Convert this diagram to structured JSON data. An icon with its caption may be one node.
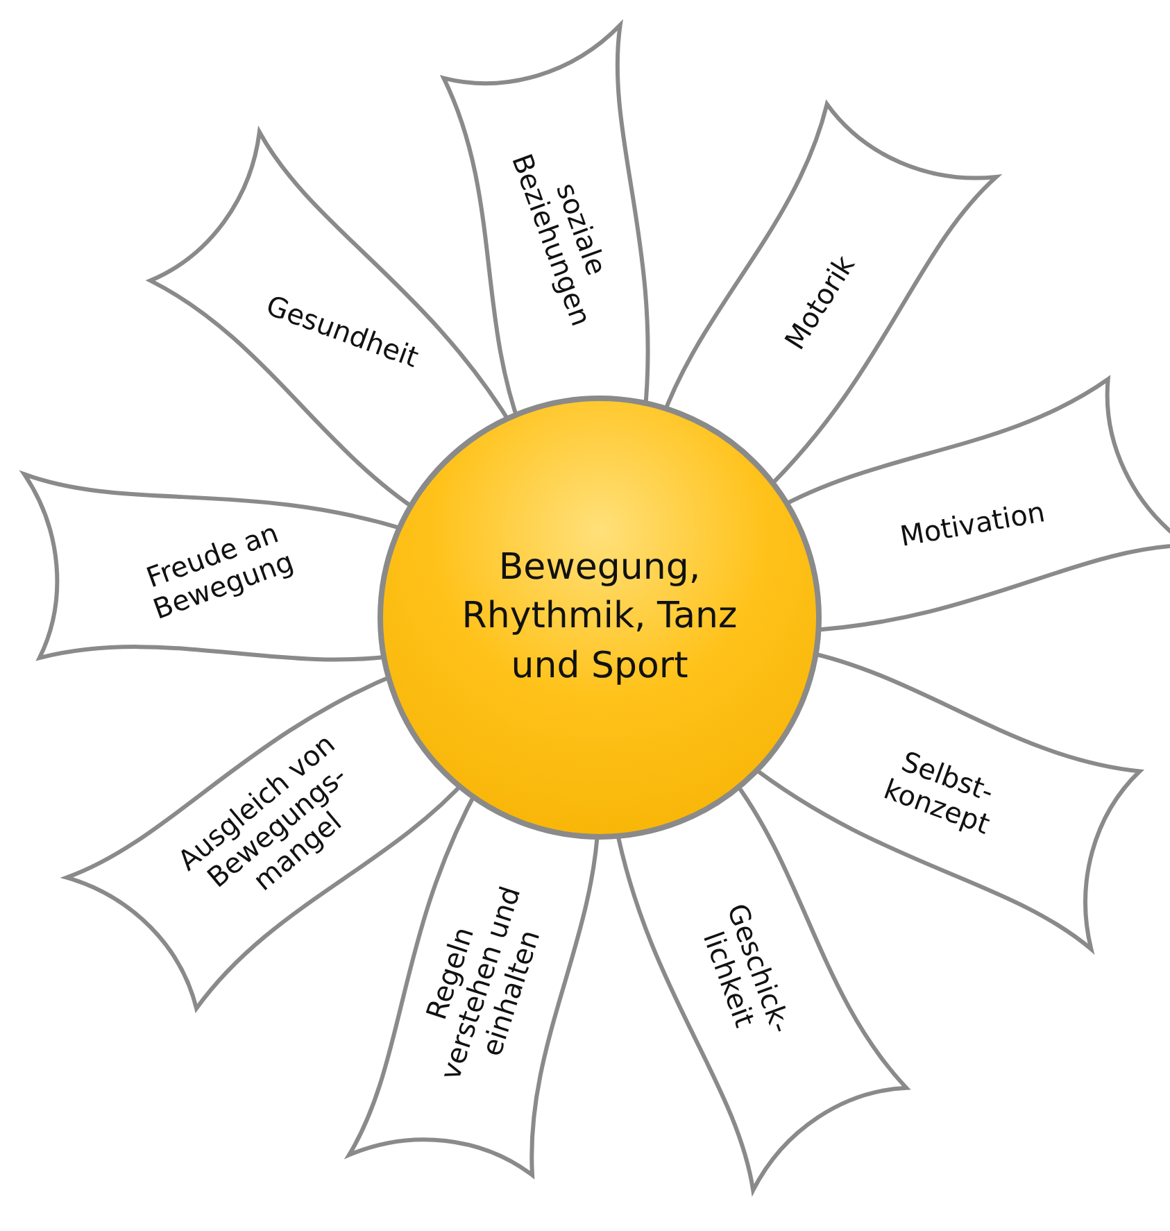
{
  "diagram": {
    "nodes": [
      {
        "text": [
          "Bewegung, Rhythmik, Tanz und Sport"
        ]
      },
      {
        "text": [
          "soziale Beziehungen"
        ]
      },
      {
        "text": [
          "Motorik"
        ]
      },
      {
        "text": [
          "Motivation"
        ]
      },
      {
        "text": [
          "Selbst- konzept"
        ]
      },
      {
        "text": [
          "Geschick- lichkeit"
        ]
      },
      {
        "text": [
          "Regeln verstehen und einhalten"
        ]
      },
      {
        "text": [
          "Ausgleich von Bewegungs- mangel"
        ]
      },
      {
        "text": [
          "Freude an Bewegung"
        ]
      },
      {
        "text": [
          "Gesundheit"
        ]
      }
    ]
  }
}
